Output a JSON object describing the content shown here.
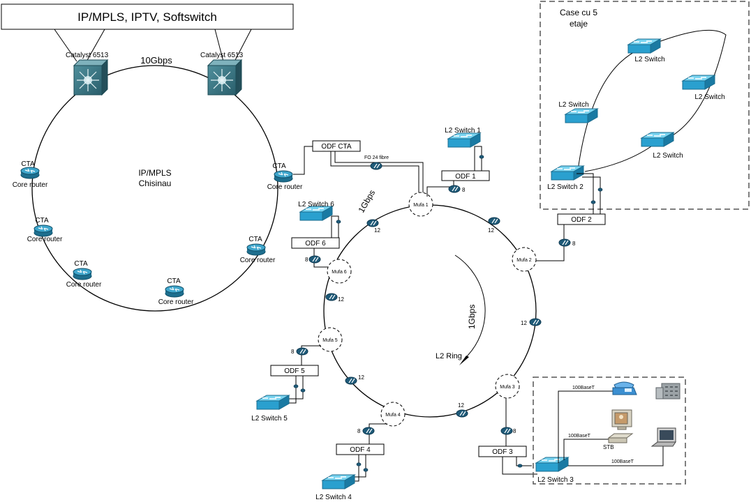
{
  "header": {
    "title": "IP/MPLS, IPTV, Softswitch"
  },
  "core": {
    "speed": "10Gbps",
    "catalyst_label": "Catalyst 6513",
    "ring_label_1": "IP/MPLS",
    "ring_label_2": "Chisinau",
    "router_tag": "CTA",
    "router_label": "Core router"
  },
  "access": {
    "ring_name": "L2 Ring",
    "ring_speed": "1Gbps",
    "uplink_speed": "1Gbps",
    "odf_cta": "ODF CTA",
    "fibre_label": "FO 24 fibre",
    "muf": [
      "Mufa 1",
      "Mufa 2",
      "Mufa 3",
      "Mufa 4",
      "Mufa 5",
      "Mufa 6"
    ],
    "odf": [
      "ODF 1",
      "ODF 2",
      "ODF 3",
      "ODF 4",
      "ODF 5",
      "ODF 6"
    ],
    "switches": [
      "L2 Switch 1",
      "L2 Switch 2",
      "L2 Switch 3",
      "L2 Switch 4",
      "L2 Switch 5",
      "L2 Switch 6"
    ],
    "fibre_count_ring": "12",
    "fibre_count_drop": "8"
  },
  "building": {
    "title_line1": "Case cu 5",
    "title_line2": "etaje",
    "switch_label": "L2 Switch"
  },
  "customer": {
    "link_label": "100BaseT",
    "stb_label": "STB"
  }
}
